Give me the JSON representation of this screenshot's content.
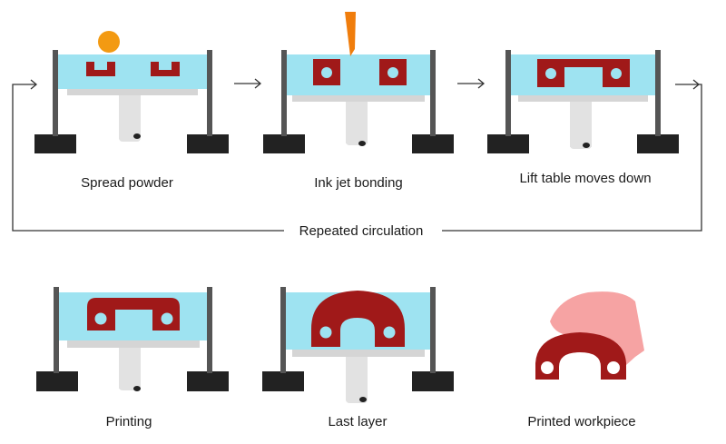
{
  "steps": [
    {
      "label": "Spread powder"
    },
    {
      "label": "Ink jet bonding"
    },
    {
      "label": "Lift table moves down"
    },
    {
      "label": "Printing"
    },
    {
      "label": "Last layer"
    },
    {
      "label": "Printed workpiece"
    }
  ],
  "loop": {
    "label": "Repeated circulation"
  },
  "colors": {
    "powder_bed": "#9ee3f1",
    "part": "#a01919",
    "part_hole": "#9ee3f1",
    "post": "#555555",
    "base": "#222222",
    "platform": "#d5d5d5",
    "piston": "#e2e2e2",
    "powder_ball": "#f39a12",
    "ink_jet": "#f07d0c",
    "workpiece_top": "#f6a3a3",
    "arrow": "#333333"
  }
}
